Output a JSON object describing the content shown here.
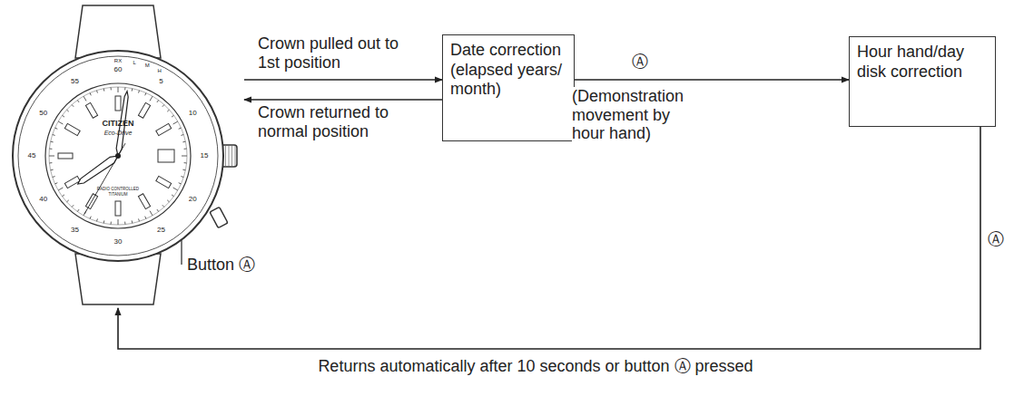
{
  "diagram": {
    "nodes": [
      {
        "text": [
          "CITIZEN",
          "Eco-Drive",
          "RADIO CONTROLLED",
          "TITANIUM"
        ]
      },
      {
        "text": [
          "Date correction (elapsed years/ month)"
        ]
      },
      {
        "text": [
          "Hour hand/day disk correction"
        ]
      }
    ],
    "edges": [
      {
        "from": 0,
        "to": 1,
        "label": "Crown pulled out to 1st position",
        "arrow": "to"
      },
      {
        "from": 1,
        "to": 0,
        "label": "Crown returned to normal position",
        "arrow": "to"
      },
      {
        "from": 1,
        "to": 2,
        "label": "Ⓐ",
        "arrow": "to"
      },
      {
        "from": 2,
        "to": 0,
        "label": "Returns automatically after 10 seconds or button Ⓐ pressed",
        "arrow": "to"
      }
    ],
    "labels": [
      "(Demonstration movement by hour hand)",
      "Button Ⓐ",
      "Ⓐ",
      "60",
      "5",
      "10",
      "15",
      "20",
      "25",
      "30",
      "35",
      "40",
      "45",
      "50",
      "55",
      "RX",
      "L",
      "M",
      "H"
    ]
  }
}
